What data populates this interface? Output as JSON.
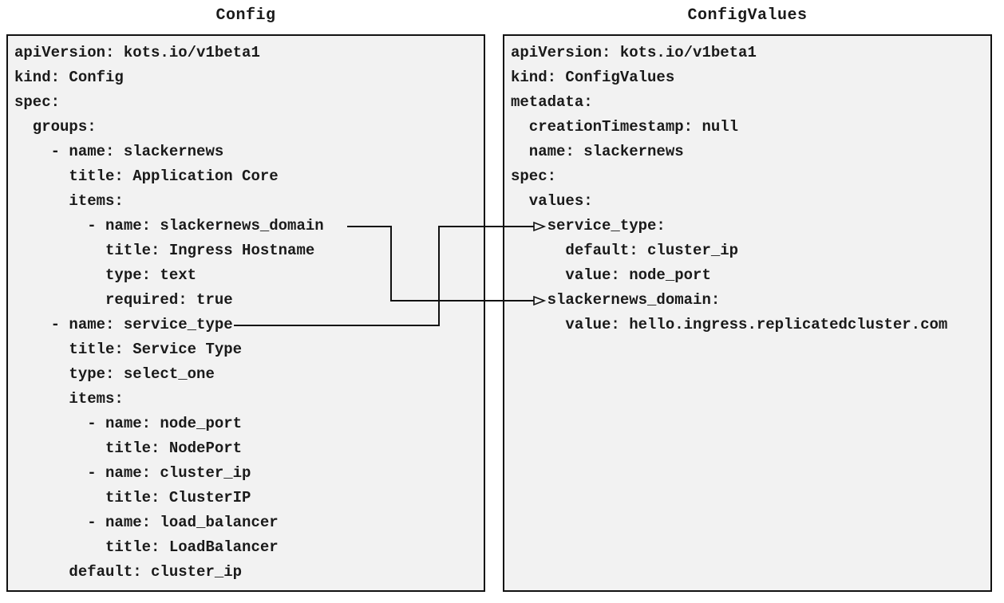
{
  "left": {
    "title": "Config",
    "lines": [
      "apiVersion: kots.io/v1beta1",
      "kind: Config",
      "spec:",
      "  groups:",
      "    - name: slackernews",
      "      title: Application Core",
      "      items:",
      "        - name: slackernews_domain",
      "          title: Ingress Hostname",
      "          type: text",
      "          required: true",
      "    - name: service_type",
      "      title: Service Type",
      "      type: select_one",
      "      items:",
      "        - name: node_port",
      "          title: NodePort",
      "        - name: cluster_ip",
      "          title: ClusterIP",
      "        - name: load_balancer",
      "          title: LoadBalancer",
      "      default: cluster_ip"
    ]
  },
  "right": {
    "title": "ConfigValues",
    "lines": [
      "apiVersion: kots.io/v1beta1",
      "kind: ConfigValues",
      "metadata:",
      "  creationTimestamp: null",
      "  name: slackernews",
      "spec:",
      "  values:",
      "    service_type:",
      "      default: cluster_ip",
      "      value: node_port",
      "    slackernews_domain:",
      "      value: hello.ingress.replicatedcluster.com"
    ]
  },
  "connections": [
    {
      "from": "Config item name: slackernews_domain",
      "to": "ConfigValues value key: slackernews_domain",
      "arrow_style": "open-triangle"
    },
    {
      "from": "Config item name: service_type",
      "to": "ConfigValues value key: service_type",
      "arrow_style": "open-triangle"
    }
  ],
  "colors": {
    "panel_background": "#f2f2f2",
    "panel_border": "#111111",
    "text": "#1a1a1a",
    "connector": "#111111",
    "page_background": "#ffffff"
  }
}
